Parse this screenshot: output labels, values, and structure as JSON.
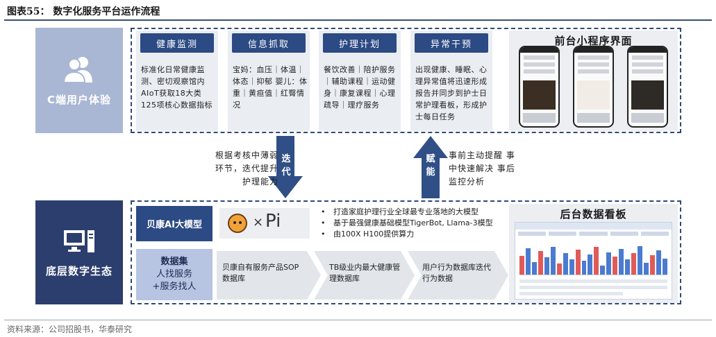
{
  "figure": {
    "title": "图表55：  数字化服务平台运作流程",
    "source": "资料来源：公司招股书，华泰研究"
  },
  "side": {
    "user_label": "C端用户体验",
    "eco_label": "底层数字生态"
  },
  "modules": [
    {
      "title": "健康监测",
      "text": "标准化日常健康监测、密切观察馆内AIoT获取18大类125项核心数据指标"
    },
    {
      "title": "信息抓取",
      "text": "宝妈：血压｜体温｜体态｜抑郁 婴儿：体重｜黄疸值｜红臀情况"
    },
    {
      "title": "护理计划",
      "text": "餐饮改善｜陪护服务｜辅助课程｜运动健身｜康复课程｜心理疏导｜理疗服务"
    },
    {
      "title": "异常干预",
      "text": "出现健康、睡眠、心理异常值将迅速形成报告并同步到护士日常护理看板，形成护士每日任务"
    }
  ],
  "preview_top": {
    "title": "前台小程序界面"
  },
  "preview_bottom": {
    "title": "后台数据看板"
  },
  "arrows": {
    "down_text": "迭代",
    "down_label": "根据考核中薄弱环节，迭代提升护理能力",
    "up_text": "赋能",
    "up_label": "事前主动提醒 事中快速解决 事后监控分析"
  },
  "model_row": {
    "label": "贝康AI大模型",
    "logo_x": "×",
    "logo_pi": "Pi",
    "bullets": [
      "打造家庭护理行业全球最专业落地的大模型",
      "基于最强健康基础模型TigerBot, Llama-3模型",
      "由100X H100提供算力"
    ]
  },
  "data_row": {
    "label_1": "数据集",
    "label_2": "人找服务",
    "label_3": "+服务找人",
    "chevrons": [
      "贝康自有服务产品SOP数据库",
      "TB级业内最大健康管理数据库",
      "用户行为数据库迭代行为数据"
    ]
  },
  "colors": {
    "navy": "#2c4a83",
    "dark_navy": "#2c3e6d",
    "light_blue": "#a9b7d4",
    "arrow": "#2f4f86",
    "chevron": "#e2e5ea"
  }
}
